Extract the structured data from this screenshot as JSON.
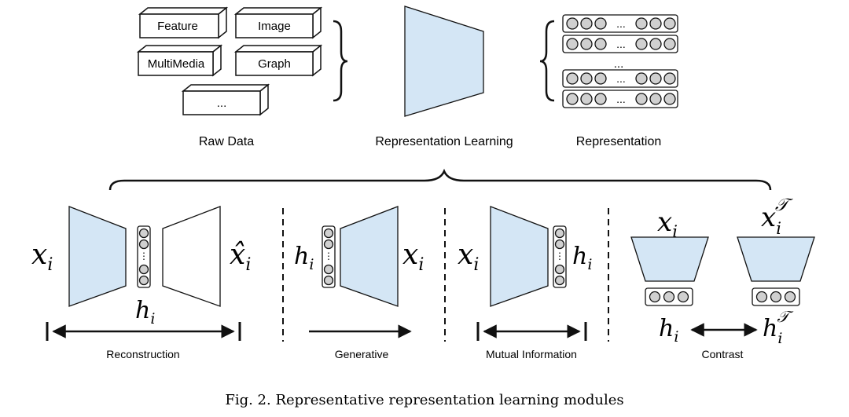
{
  "raw_data": {
    "items": [
      "Feature",
      "Image",
      "MultiMedia",
      "Graph",
      "..."
    ],
    "label": "Raw Data"
  },
  "representation_learning": {
    "label": "Representation Learning"
  },
  "representation": {
    "label": "Representation",
    "ellipsis": "..."
  },
  "modules": {
    "reconstruction": {
      "label": "Reconstruction",
      "input": "x",
      "output": "x̂",
      "sub": "i",
      "hidden": "h"
    },
    "generative": {
      "label": "Generative",
      "input": "h",
      "output": "x",
      "sub": "i"
    },
    "mutual_information": {
      "label": "Mutual Information",
      "input": "x",
      "output": "h",
      "sub": "i"
    },
    "contrast": {
      "label": "Contrast",
      "x": "x",
      "x_aug": "x",
      "h": "h",
      "h_aug": "h",
      "sub": "i",
      "sup": "𝒯"
    }
  },
  "caption": "Fig. 2.  Representative representation learning modules",
  "colors": {
    "blue_fill": "#d4e6f5",
    "node_fill": "#d0d0d0",
    "stroke": "#111111"
  }
}
